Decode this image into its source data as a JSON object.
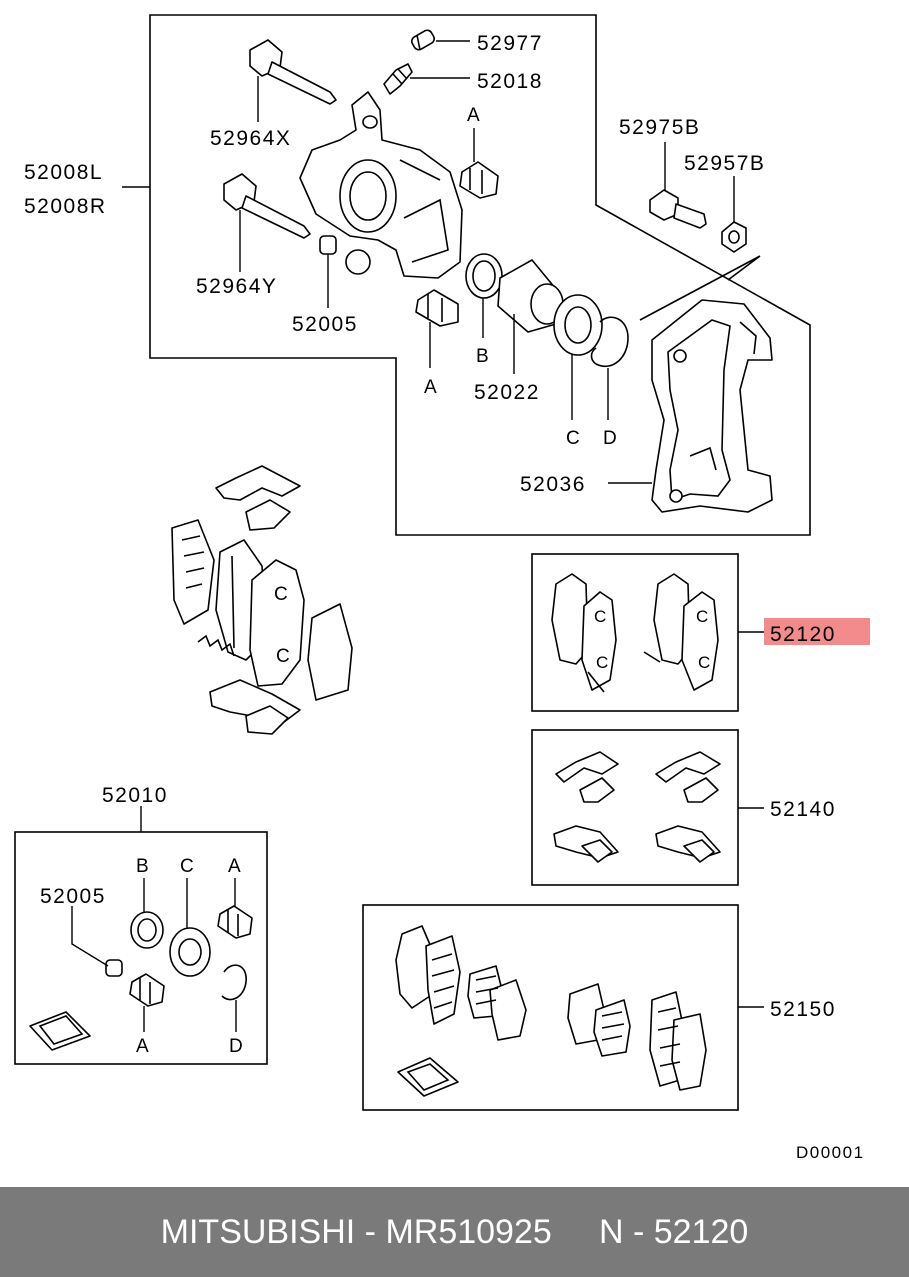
{
  "callouts": {
    "p52977": "52977",
    "p52018": "52018",
    "p52964x": "52964X",
    "p52008l": "52008L",
    "p52008r": "52008R",
    "p52964y": "52964Y",
    "p52005_top": "52005",
    "p52975b": "52975B",
    "p52957b": "52957B",
    "p52022": "52022",
    "p52036": "52036",
    "p52120": "52120",
    "p52140": "52140",
    "p52010": "52010",
    "p52005_kit": "52005",
    "p52150": "52150"
  },
  "letters": {
    "a_top": "A",
    "a_mid": "A",
    "b_mid": "B",
    "c_mid": "C",
    "d_mid": "D",
    "b_kit": "B",
    "c_kit": "C",
    "a_kit_top": "A",
    "a_kit_bottom": "A",
    "d_kit": "D"
  },
  "diagram_code": "D00001",
  "highlight_color": "#f28b8b",
  "footer": {
    "text": "MITSUBISHI - MR510925     N - 52120",
    "background": "#7a7a7a"
  }
}
